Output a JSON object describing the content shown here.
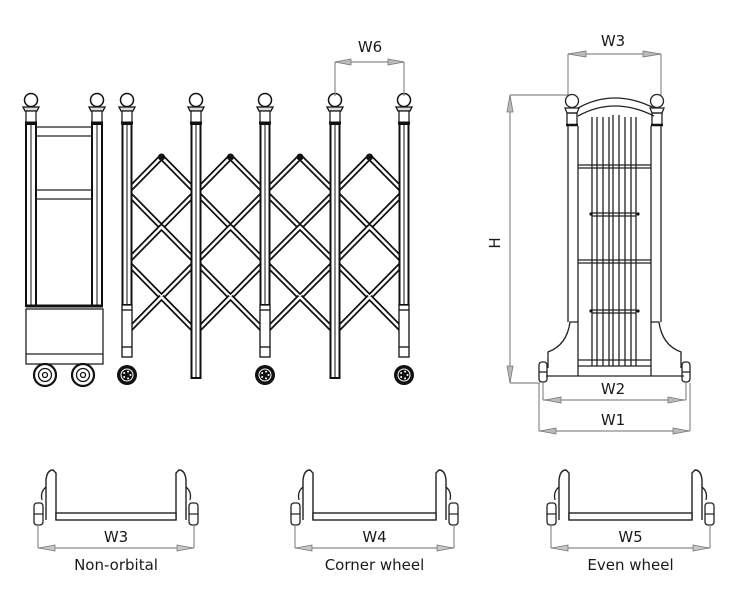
{
  "diagram": {
    "title": "Retractable gate dimension drawing",
    "front_view": {
      "dimension_label": "W6",
      "post_count": 7,
      "lattice_bays": 4
    },
    "side_view": {
      "height_label": "H",
      "top_width_label": "W3",
      "inner_base_label": "W2",
      "outer_base_label": "W1"
    },
    "base_variants": [
      {
        "dimension_label": "W3",
        "caption": "Non-orbital"
      },
      {
        "dimension_label": "W4",
        "caption": "Corner wheel"
      },
      {
        "dimension_label": "W5",
        "caption": "Even wheel"
      }
    ]
  }
}
